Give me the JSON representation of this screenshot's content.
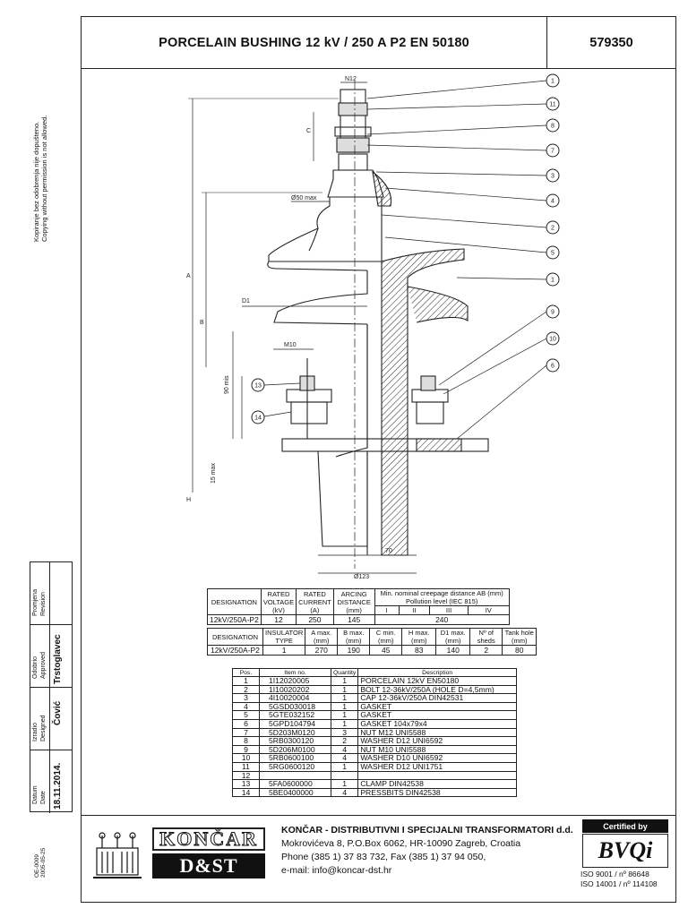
{
  "header": {
    "title": "PORCELAIN BUSHING 12 kV / 250 A P2 EN 50180",
    "drawing_number": "579350"
  },
  "margin": {
    "copyright_hr": "Kopiranje bez odobrenja nije dopušteno.",
    "copyright_en": "Copying without permission is not allowed.",
    "doc_code": "OE-0009",
    "doc_date": "2005-05-25"
  },
  "revision_block": {
    "revision_label_hr": "Promjena",
    "revision_label_en": "Revision",
    "approved_label_hr": "Odobrio",
    "approved_label_en": "Approved",
    "approved_value": "Trstoglavec",
    "designed_label_hr": "Izradio",
    "designed_label_en": "Designed",
    "designed_value": "Čović",
    "date_label_hr": "Datum",
    "date_label_en": "Date",
    "date_value": "18.11.2014."
  },
  "drawing": {
    "dim_labels": {
      "n12": "N12",
      "c": "C",
      "phi50": "Ø50 max",
      "a": "A",
      "d1": "D1",
      "b": "B",
      "m10": "M10",
      "mis90": "90 mis",
      "max15": "15 max",
      "h": "H",
      "w70": "70",
      "phi123": "Ø123"
    },
    "callouts": [
      "1",
      "11",
      "8",
      "7",
      "3",
      "4",
      "2",
      "5",
      "1",
      "9",
      "10",
      "6",
      "13",
      "14"
    ]
  },
  "table_ratings": {
    "headers": [
      "DESIGNATION",
      "RATED VOLTAGE (kV)",
      "RATED CURRENT (A)",
      "ARCING DISTANCE (mm)",
      "Min. nominal creepage distance AB (mm) Pollution level (IEC 815)"
    ],
    "pollution_levels": [
      "I",
      "II",
      "III",
      "IV"
    ],
    "row": {
      "designation": "12kV/250A-P2",
      "voltage": "12",
      "current": "250",
      "arcing": "145",
      "creepage": "240"
    }
  },
  "table_dimensions": {
    "headers": [
      "DESIGNATION",
      "INSULATOR TYPE",
      "A max. (mm)",
      "B max. (mm)",
      "C min. (mm)",
      "H max. (mm)",
      "D1 max. (mm)",
      "Nº of sheds",
      "Tank hole (mm)"
    ],
    "row": [
      "12kV/250A-P2",
      "1",
      "270",
      "190",
      "45",
      "83",
      "140",
      "2",
      "80"
    ]
  },
  "parts_list": {
    "headers": [
      "Pos.",
      "Item no.",
      "Quantity",
      "Description"
    ],
    "rows": [
      [
        "1",
        "1I12020005",
        "1",
        "PORCELAIN 12kV EN50180"
      ],
      [
        "2",
        "1I10020202",
        "1",
        "BOLT 12-36kV/250A (HOLE D=4,5mm)"
      ],
      [
        "3",
        "4I10020004",
        "1",
        "CAP 12-36kV/250A DIN42531"
      ],
      [
        "4",
        "5GSD030018",
        "1",
        "GASKET"
      ],
      [
        "5",
        "5GTE032152",
        "1",
        "GASKET"
      ],
      [
        "6",
        "5GPD104794",
        "1",
        "GASKET 104x79x4"
      ],
      [
        "7",
        "5D203M0120",
        "3",
        "NUT M12 UNI5588"
      ],
      [
        "8",
        "5RB0300120",
        "2",
        "WASHER D12 UNI6592"
      ],
      [
        "9",
        "5D206M0100",
        "4",
        "NUT M10 UNI5588"
      ],
      [
        "10",
        "5RB0600100",
        "4",
        "WASHER D10 UNI6592"
      ],
      [
        "11",
        "5RG0600120",
        "1",
        "WASHER D12 UNI1751"
      ],
      [
        "12",
        "",
        "",
        ""
      ],
      [
        "13",
        "5FA0600000",
        "1",
        "CLAMP DIN42538"
      ],
      [
        "14",
        "5BE0400000",
        "4",
        "PRESSBITS DIN42538"
      ]
    ]
  },
  "footer": {
    "brand": "KONČAR",
    "brand_sub": "D&ST",
    "company": "KONČAR  - DISTRIBUTIVNI I SPECIJALNI TRANSFORMATORI d.d.",
    "address": "Mokrovićeva 8, P.O.Box 6062, HR-10090 Zagreb, Croatia",
    "phone": "Phone (385 1) 37 83 732, Fax (385 1) 37 94 050,",
    "email": "e-mail: info@koncar-dst.hr",
    "cert_label": "Certified by",
    "cert_logo": "BVQi",
    "iso9001": "ISO 9001 / nº 86648",
    "iso14001": "ISO 14001 / nº 114108"
  }
}
